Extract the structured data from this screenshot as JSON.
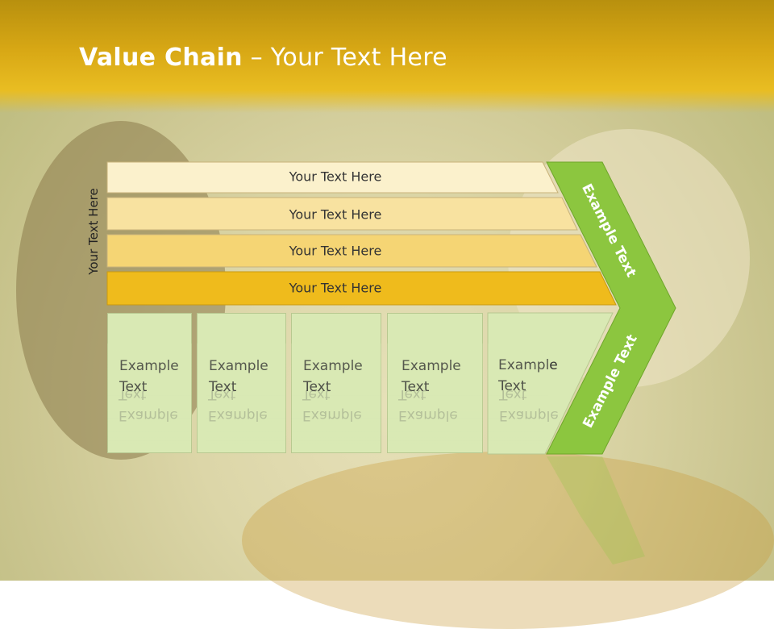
{
  "slide": {
    "title_bold": "Value Chain",
    "title_rest": " – Your Text Here",
    "side_label": "Your Text Here"
  },
  "bars": [
    {
      "label": "Your Text Here"
    },
    {
      "label": "Your Text Here"
    },
    {
      "label": "Your Text Here"
    },
    {
      "label": "Your Text Here"
    }
  ],
  "boxes": [
    {
      "line1": "Example",
      "line2": "Text"
    },
    {
      "line1": "Example",
      "line2": "Text"
    },
    {
      "line1": "Example",
      "line2": "Text"
    },
    {
      "line1": "Example",
      "line2": "Text"
    },
    {
      "line1": "Example",
      "line2": "Text"
    }
  ],
  "arrow": {
    "upper_text": "Example Text",
    "lower_text": "Example Text"
  },
  "colors": {
    "header": "#e9bd22",
    "bar1": "#fbf1cc",
    "bar2": "#f8e2a0",
    "bar3": "#f5d574",
    "bar4": "#efbb1c",
    "box": "#d9e9b4",
    "arrow": "#8cc63f"
  }
}
